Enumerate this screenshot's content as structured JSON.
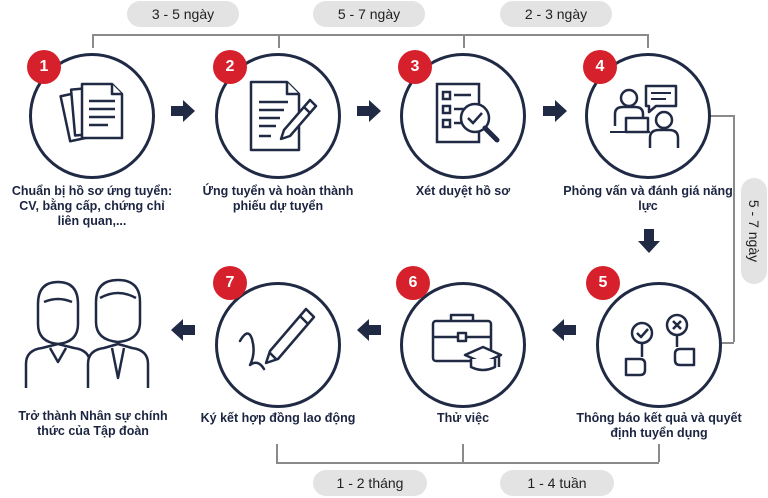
{
  "durations": {
    "d12": "3 - 5 ngày",
    "d23": "5 - 7 ngày",
    "d34": "2 - 3 ngày",
    "d45": "5 - 7 ngày",
    "d76": "1 - 2 tháng",
    "d65": "1 - 4 tuần"
  },
  "steps": [
    {
      "num": "1",
      "label": "Chuẩn bị hồ sơ ứng tuyển: CV, bằng cấp, chứng chỉ liên quan,...",
      "icon": "documents-icon"
    },
    {
      "num": "2",
      "label": "Ứng tuyển và hoàn thành phiếu dự tuyển",
      "icon": "form-pen-icon"
    },
    {
      "num": "3",
      "label": "Xét duyệt hồ sơ",
      "icon": "checklist-magnifier-icon"
    },
    {
      "num": "4",
      "label": "Phỏng vấn và đánh giá năng lực",
      "icon": "interview-icon"
    },
    {
      "num": "5",
      "label": "Thông báo kết quả và quyết định tuyển dụng",
      "icon": "decision-signs-icon"
    },
    {
      "num": "6",
      "label": "Thử việc",
      "icon": "briefcase-graduation-icon"
    },
    {
      "num": "7",
      "label": "Ký kết hợp đồng lao động",
      "icon": "pen-signature-icon"
    }
  ],
  "final": {
    "label": "Trở thành Nhân sự chính thức của Tập đoàn",
    "icon": "employees-icon"
  },
  "colors": {
    "navy": "#202a44",
    "red": "#d6202b",
    "pill": "#e3e3e3",
    "line": "#8a8a8a"
  }
}
